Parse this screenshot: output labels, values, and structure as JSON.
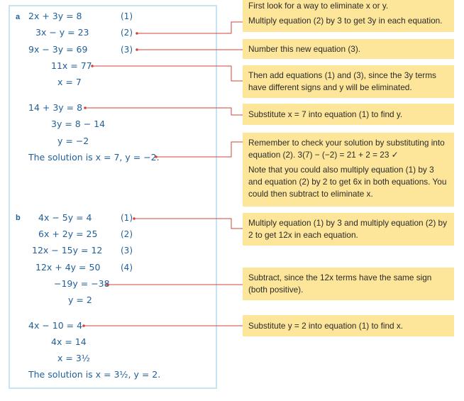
{
  "part_a": {
    "label": "a",
    "lines": [
      {
        "text": "2x + 3y = 8",
        "num": "(1)"
      },
      {
        "text": "3x − y = 23",
        "num": "(2)"
      },
      {
        "text": "9x − 3y = 69",
        "num": "(3)"
      },
      {
        "text": "11x = 77",
        "num": ""
      },
      {
        "text": "x = 7",
        "num": ""
      },
      {
        "text": "14 + 3y = 8",
        "num": ""
      },
      {
        "text": "3y = 8 − 14",
        "num": ""
      },
      {
        "text": "y = −2",
        "num": ""
      },
      {
        "text": "The solution is x = 7, y = −2.",
        "num": ""
      }
    ]
  },
  "part_b": {
    "label": "b",
    "lines": [
      {
        "text": "4x − 5y = 4",
        "num": "(1)"
      },
      {
        "text": "6x + 2y = 25",
        "num": "(2)"
      },
      {
        "text": "12x − 15y = 12",
        "num": "(3)"
      },
      {
        "text": "12x + 4y = 50",
        "num": "(4)"
      },
      {
        "text": "−19y = −38",
        "num": ""
      },
      {
        "text": "y = 2",
        "num": ""
      },
      {
        "text": "4x − 10 = 4",
        "num": ""
      },
      {
        "text": "4x = 14",
        "num": ""
      },
      {
        "text": "x = 3½",
        "num": ""
      },
      {
        "text": "The solution is x = 3½, y = 2.",
        "num": ""
      }
    ]
  },
  "notes": {
    "a1": "First look for a way to eliminate x or y.",
    "a2": "Multiply equation (2) by 3 to get 3y in each equation.",
    "a3": "Number this new equation (3).",
    "a4": "Then add equations (1) and (3), since the 3y terms have different signs and y will be eliminated.",
    "a5": "Substitute x = 7 into equation (1) to find y.",
    "a6": "Remember to check your solution by substituting into equation (2). 3(7) − (−2) = 21 + 2 = 23 ✓",
    "a7": "Note that you could also multiply equation (1) by 3 and equation (2) by 2 to get 6x in both equations. You could then subtract to eliminate x.",
    "b1": "Multiply equation (1) by 3 and multiply equation (2) by 2 to get 12x in each equation.",
    "b2": "Subtract, since the 12x terms have the same sign (both positive).",
    "b3": "Substitute y = 2 into equation (1) to find x."
  },
  "colors": {
    "working_text": "#1f5f9a",
    "panel_border": "#c8e4f2",
    "note_bg": "#fde59a",
    "leader": "#d2453e"
  }
}
